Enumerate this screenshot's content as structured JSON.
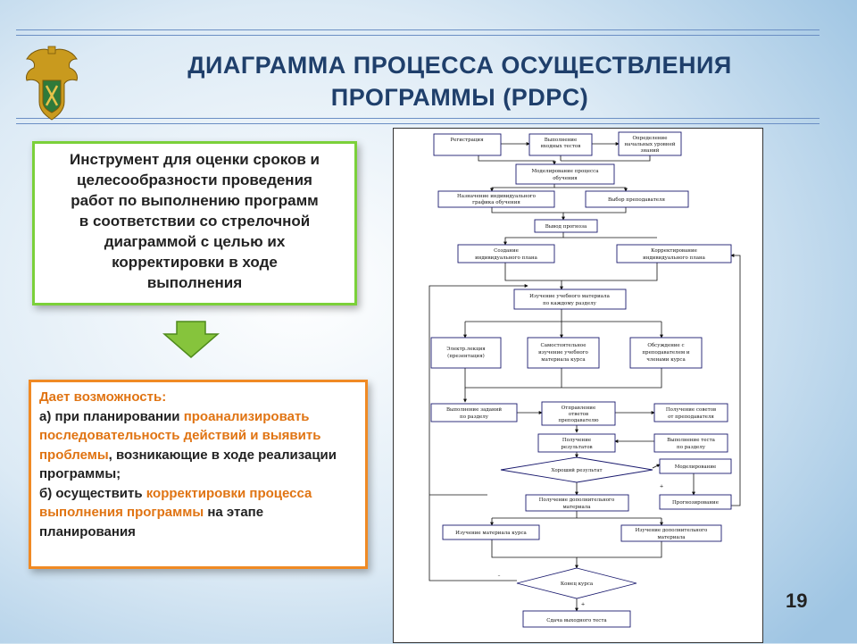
{
  "title": {
    "line1": "ДИАГРАММА ПРОЦЕССА ОСУЩЕСТВЛЕНИЯ",
    "line2": "ПРОГРАММЫ (PDPC)"
  },
  "description": [
    "Инструмент для оценки сроков и",
    "целесообразности проведения",
    "работ по выполнению программ",
    "в соответствии со стрелочной",
    "диаграммой с целью их",
    "корректировки в ходе",
    "выполнения"
  ],
  "opportunities": {
    "heading": "Дает возможность:",
    "a_prefix": "а) при планировании ",
    "a_highlight": "проанализировать последовательность действий и выявить проблемы",
    "a_suffix": ", возникающие в ходе реализации программы;",
    "b_prefix": "б) осуществить ",
    "b_highlight": "корректировки процесса выполнения программы",
    "b_suffix": " на этапе планирования"
  },
  "flowchart": {
    "boxes": {
      "registration": "Регистрация",
      "entry_tests": [
        "Выполнение",
        "входных тестов"
      ],
      "initial_levels": [
        "Определение",
        "начальных уровней",
        "знаний"
      ],
      "modeling": [
        "Моделирование процесса",
        "обучения"
      ],
      "schedule": [
        "Назначение индивидуального",
        "графика обучения"
      ],
      "teacher": "Выбор преподавателя",
      "forecast": "Вывод прогноза",
      "create_plan": [
        "Создание",
        "индивидуального плана"
      ],
      "correct_plan": [
        "Корректирование",
        "индивидуального плана"
      ],
      "study_material": [
        "Изучение учебного материала",
        "по каждому разделу"
      ],
      "lecture": [
        "Электр.лекция",
        "(презентация)"
      ],
      "self_study": [
        "Самостоятельное",
        "изучение учебного",
        "материала курса"
      ],
      "discussion": [
        "Обсуждение с",
        "преподавателем и",
        "членами курса"
      ],
      "tasks": [
        "Выполнение заданий",
        "по разделу"
      ],
      "send_answers": [
        "Отправление",
        "ответов",
        "преподавателю"
      ],
      "advice": [
        "Получение советов",
        "от преподавателя"
      ],
      "results": [
        "Получение",
        "результатов"
      ],
      "test": [
        "Выполнение теста",
        "по разделу"
      ],
      "good_result": "Хороший результат",
      "modeling2": "Моделирование",
      "prognosis": "Прогнозирование",
      "extra_material": [
        "Получение дополнительного",
        "материала"
      ],
      "course_material": "Изучение материала курса",
      "extra_study": [
        "Изучение дополнительного",
        "материала"
      ],
      "course_end": "Конец курса",
      "final_test": "Сдача выходного теста"
    },
    "yes_label": "+",
    "no_label": "–"
  },
  "page_number": "19",
  "colors": {
    "title": "#1f3f6b",
    "green_border": "#7bd03a",
    "orange_border": "#f08a24",
    "highlight": "#e07413",
    "arrow_fill": "#86c43c"
  }
}
